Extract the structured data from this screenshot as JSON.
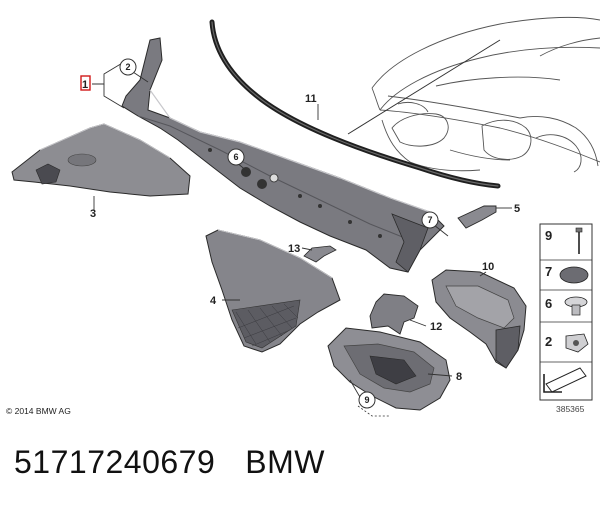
{
  "copyright": "© 2014 BMW AG",
  "diagram_ref": "385365",
  "caption": {
    "part_number": "51717240679",
    "brand": "BMW"
  },
  "callouts": {
    "c1": "1",
    "c2": "2",
    "c3": "3",
    "c4": "4",
    "c5": "5",
    "c6": "6",
    "c7": "7",
    "c8": "8",
    "c9": "9",
    "c10": "10",
    "c11": "11",
    "c12": "12",
    "c13": "13"
  },
  "legend": [
    {
      "num": "9"
    },
    {
      "num": "7"
    },
    {
      "num": "6"
    },
    {
      "num": "2"
    }
  ],
  "colors": {
    "part_dark": "#6e6e73",
    "part_mid": "#8a8a90",
    "part_light": "#a9a9ae",
    "outline": "#2a2a2a",
    "highlight_box": "#d11a1a"
  }
}
